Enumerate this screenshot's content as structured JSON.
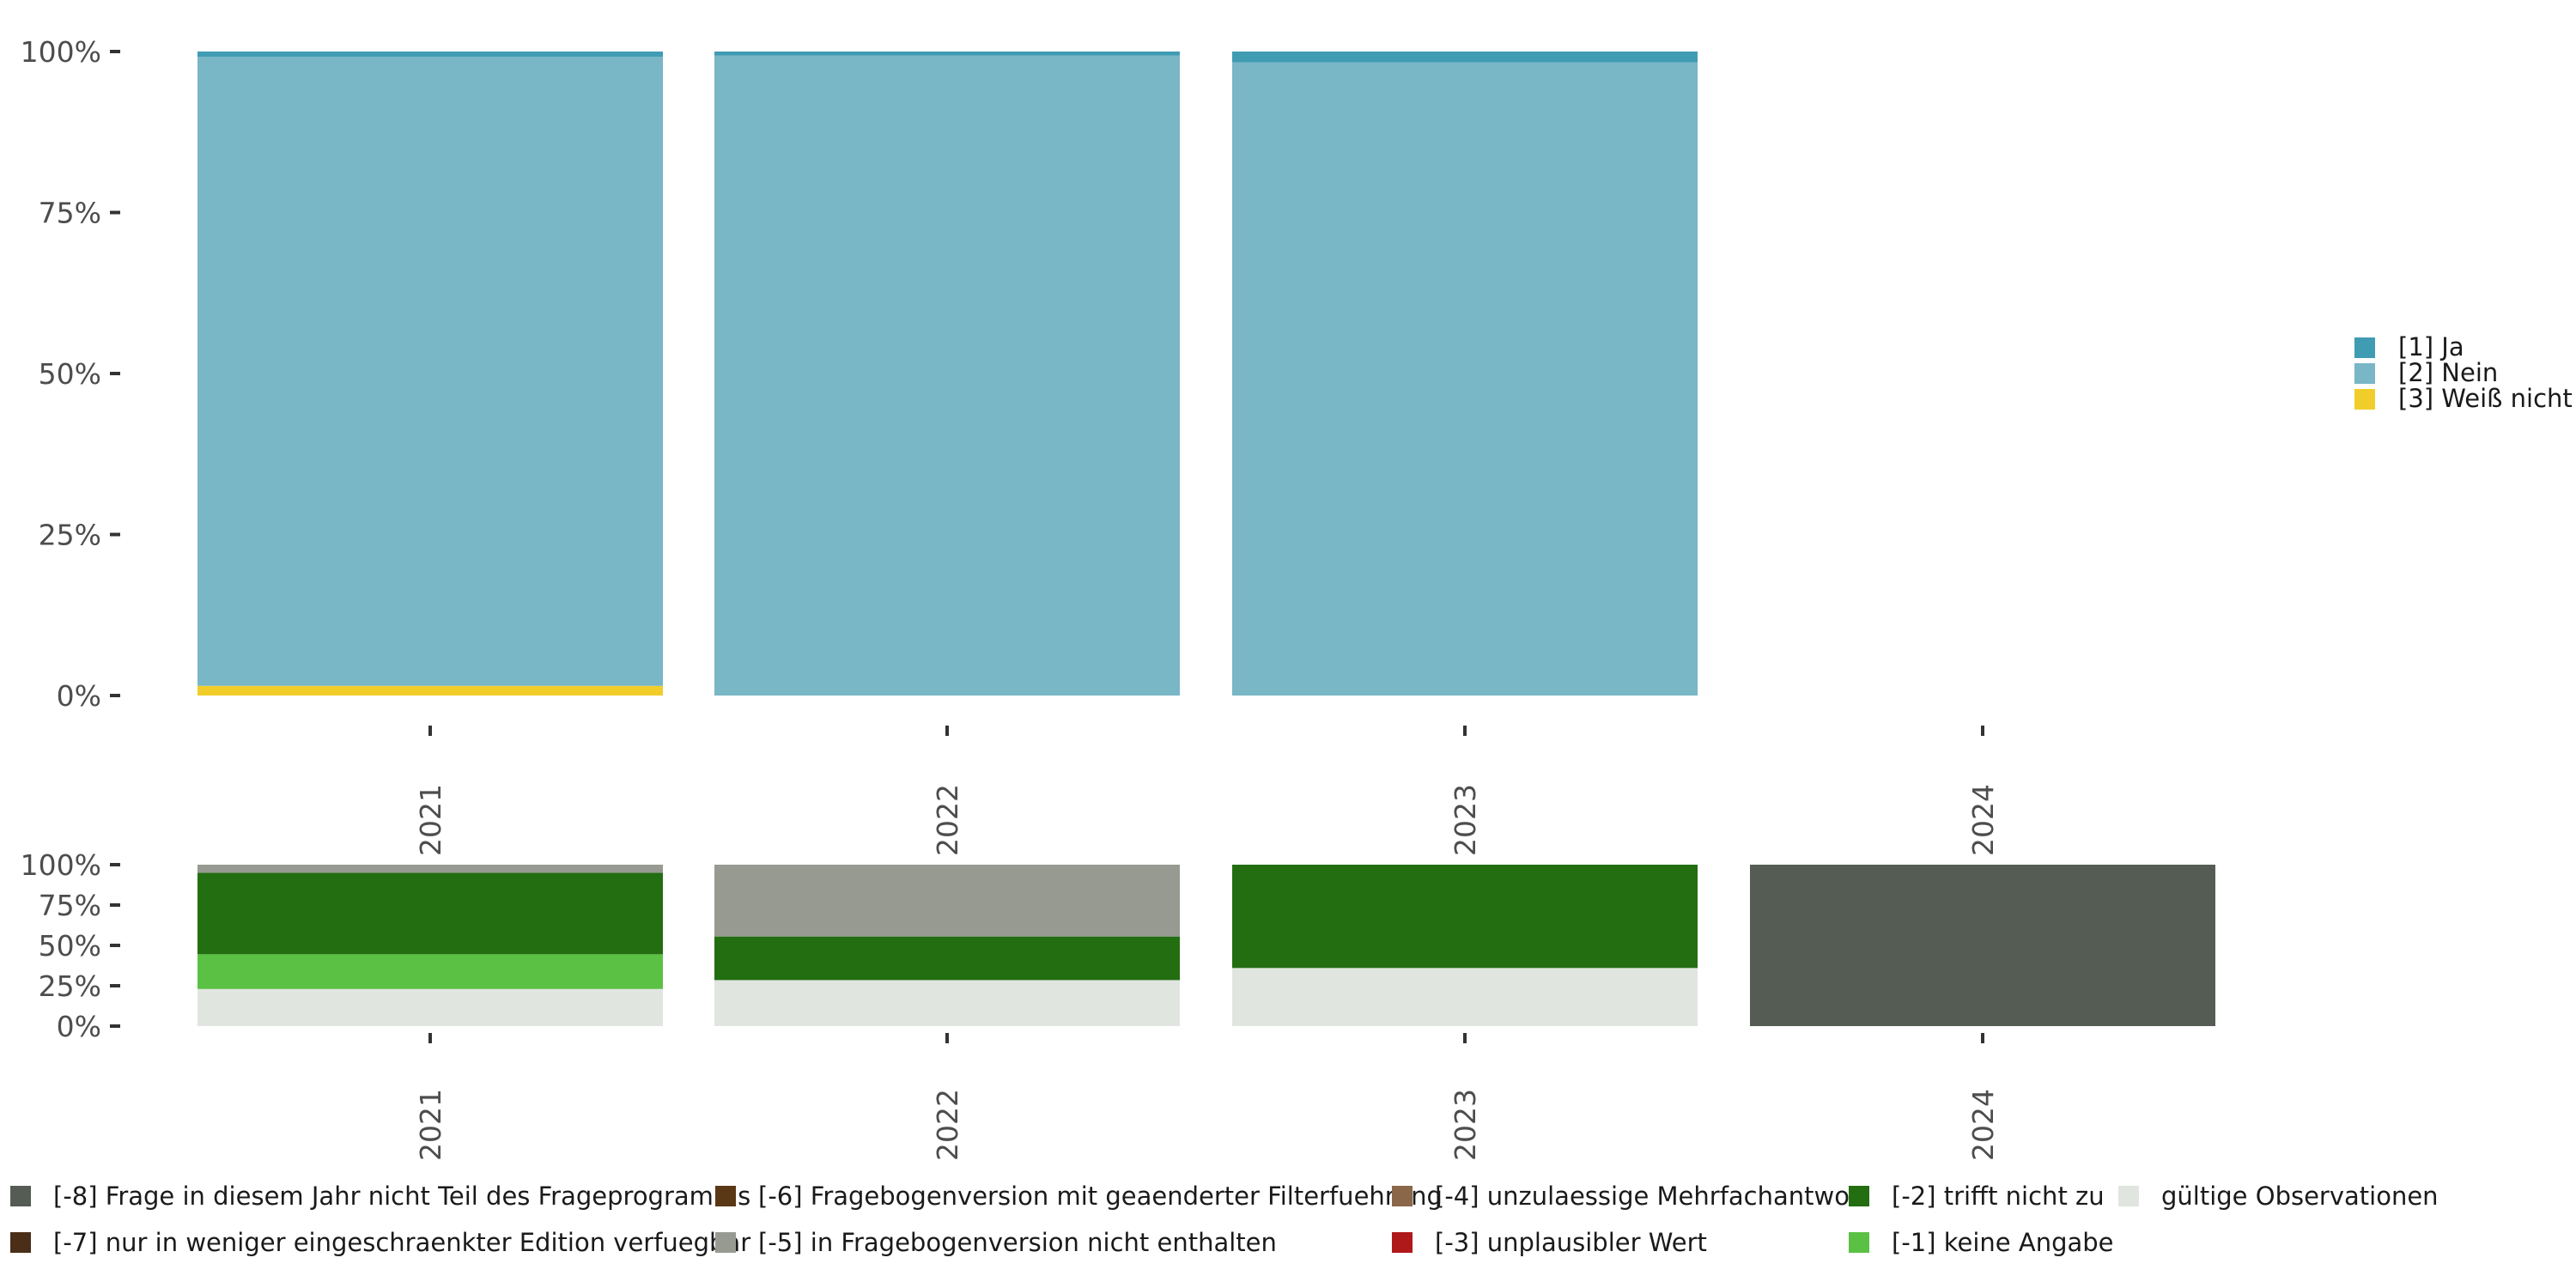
{
  "chart_data": [
    {
      "type": "bar",
      "stacked": true,
      "categories": [
        "2021",
        "2022",
        "2023",
        "2024"
      ],
      "y_tick_labels": [
        "0%",
        "25%",
        "50%",
        "75%",
        "100%"
      ],
      "ylim": [
        0,
        100
      ],
      "series": [
        {
          "name": "[3] Weiß nicht",
          "color": "#F1CD2A",
          "values": [
            1.5,
            0,
            0,
            0
          ]
        },
        {
          "name": "[2] Nein",
          "color": "#79B6C6",
          "values": [
            97.7,
            99.4,
            98.3,
            0
          ]
        },
        {
          "name": "[1] Ja",
          "color": "#409CB3",
          "values": [
            0.8,
            0.6,
            1.7,
            0
          ]
        }
      ],
      "legend_position": "right"
    },
    {
      "type": "bar",
      "stacked": true,
      "categories": [
        "2021",
        "2022",
        "2023",
        "2024"
      ],
      "y_tick_labels": [
        "0%",
        "25%",
        "50%",
        "75%",
        "100%"
      ],
      "ylim": [
        0,
        100
      ],
      "series": [
        {
          "name": "gültige Observationen",
          "color": "#E1E5E0",
          "values": [
            23,
            28.5,
            36,
            0
          ]
        },
        {
          "name": "[-1] keine Angabe",
          "color": "#5BC145",
          "values": [
            21.5,
            0,
            0,
            0
          ]
        },
        {
          "name": "[-2] trifft nicht zu",
          "color": "#226E11",
          "values": [
            50.5,
            27,
            64,
            0
          ]
        },
        {
          "name": "[-3] unplausibler Wert",
          "color": "#B0191A",
          "values": [
            0,
            0,
            0,
            0
          ]
        },
        {
          "name": "[-4] unzulaessige Mehrfachantwort",
          "color": "#8A6749",
          "values": [
            0,
            0,
            0,
            0
          ]
        },
        {
          "name": "[-5] in Fragebogenversion nicht enthalten",
          "color": "#979A91",
          "values": [
            5,
            44.5,
            0,
            0
          ]
        },
        {
          "name": "[-6] Fragebogenversion mit geaenderter Filterfuehrung",
          "color": "#5A3816",
          "values": [
            0,
            0,
            0,
            0
          ]
        },
        {
          "name": "[-7] nur in weniger eingeschraenkter Edition verfuegbar",
          "color": "#4A2E17",
          "values": [
            0,
            0,
            0,
            0
          ]
        },
        {
          "name": "[-8] Frage in diesem Jahr nicht Teil des Frageprogramms",
          "color": "#545C54",
          "values": [
            0,
            0,
            0,
            100
          ]
        }
      ],
      "legend_position": "bottom"
    }
  ]
}
